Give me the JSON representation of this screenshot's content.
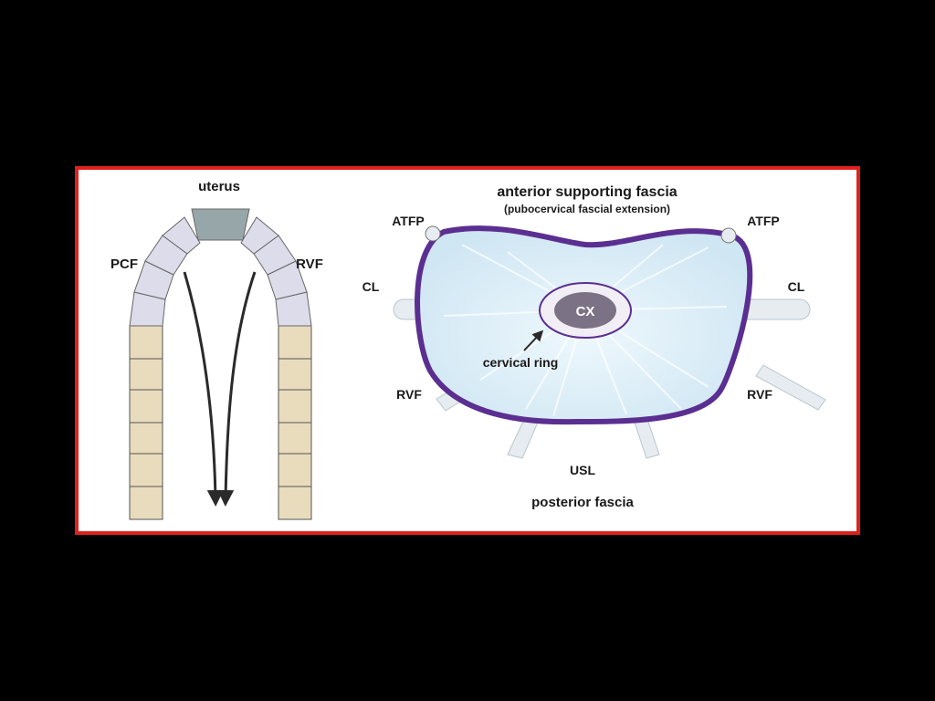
{
  "colors": {
    "background": "#000000",
    "frame_border": "#e0201c",
    "panel": "#ffffff",
    "sand_block": "#e8dcbc",
    "lavender_block": "#dcdceb",
    "keystone": "#97a6a9",
    "fascia_fill": "#d7ecf6",
    "fascia_border": "#5b2e91",
    "ligament": "#e6ecf0",
    "cervix_ring": "#f1eef5",
    "cervix": "#7b7385",
    "arrow": "#2a2a2a"
  },
  "arch": {
    "uterus_label": "uterus",
    "left_label": "PCF",
    "right_label": "RVF"
  },
  "fascia": {
    "anterior_title": "anterior supporting fascia",
    "anterior_subtitle": "(pubocervical fascial extension)",
    "atfp_left": "ATFP",
    "atfp_right": "ATFP",
    "cl_left": "CL",
    "cl_right": "CL",
    "cx": "CX",
    "cervical_ring": "cervical ring",
    "rvf_left": "RVF",
    "rvf_right": "RVF",
    "usl": "USL",
    "posterior": "posterior fascia"
  }
}
